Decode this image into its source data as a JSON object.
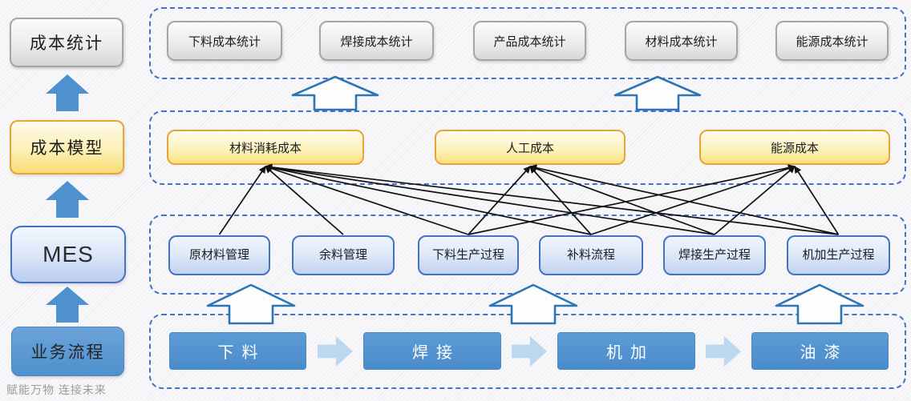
{
  "watermark": "赋能万物  连接未来",
  "colors": {
    "dashed_border": "#4472C4",
    "hollow_arrow_stroke": "#2E75B6",
    "solid_arrow_fill": "#4F90CE",
    "connector_line": "#111111",
    "chevron_fill": "#BDD7EE",
    "yellow_border": "#E8A33C",
    "gray_border": "#A6A6A6"
  },
  "left_column": {
    "items": [
      {
        "id": "cost-statistics",
        "label": "成本统计"
      },
      {
        "id": "cost-model",
        "label": "成本模型"
      },
      {
        "id": "mes",
        "label": "MES"
      },
      {
        "id": "business-process",
        "label": "业务流程"
      }
    ]
  },
  "statistics_row": {
    "items": [
      {
        "label": "下料成本统计"
      },
      {
        "label": "焊接成本统计"
      },
      {
        "label": "产品成本统计"
      },
      {
        "label": "材料成本统计"
      },
      {
        "label": "能源成本统计"
      }
    ]
  },
  "cost_model_row": {
    "items": [
      {
        "id": "material_cost",
        "label": "材料消耗成本"
      },
      {
        "id": "labor_cost",
        "label": "人工成本"
      },
      {
        "id": "energy_cost",
        "label": "能源成本"
      }
    ]
  },
  "mes_row": {
    "items": [
      {
        "id": "raw_material",
        "label": "原材料管理"
      },
      {
        "id": "surplus_material",
        "label": "余料管理"
      },
      {
        "id": "cutting_process",
        "label": "下料生产过程"
      },
      {
        "id": "replenish_flow",
        "label": "补料流程"
      },
      {
        "id": "welding_process",
        "label": "焊接生产过程"
      },
      {
        "id": "machining_process",
        "label": "机加生产过程"
      }
    ]
  },
  "process_row": {
    "items": [
      {
        "label": "下料"
      },
      {
        "label": "焊接"
      },
      {
        "label": "机加"
      },
      {
        "label": "油漆"
      }
    ]
  },
  "connections": [
    {
      "from": "raw_material",
      "to": "material_cost"
    },
    {
      "from": "surplus_material",
      "to": "material_cost"
    },
    {
      "from": "cutting_process",
      "to": "material_cost"
    },
    {
      "from": "replenish_flow",
      "to": "material_cost"
    },
    {
      "from": "welding_process",
      "to": "material_cost"
    },
    {
      "from": "machining_process",
      "to": "material_cost"
    },
    {
      "from": "cutting_process",
      "to": "labor_cost"
    },
    {
      "from": "replenish_flow",
      "to": "labor_cost"
    },
    {
      "from": "welding_process",
      "to": "labor_cost"
    },
    {
      "from": "machining_process",
      "to": "labor_cost"
    },
    {
      "from": "cutting_process",
      "to": "energy_cost"
    },
    {
      "from": "replenish_flow",
      "to": "energy_cost"
    },
    {
      "from": "welding_process",
      "to": "energy_cost"
    },
    {
      "from": "machining_process",
      "to": "energy_cost"
    }
  ]
}
